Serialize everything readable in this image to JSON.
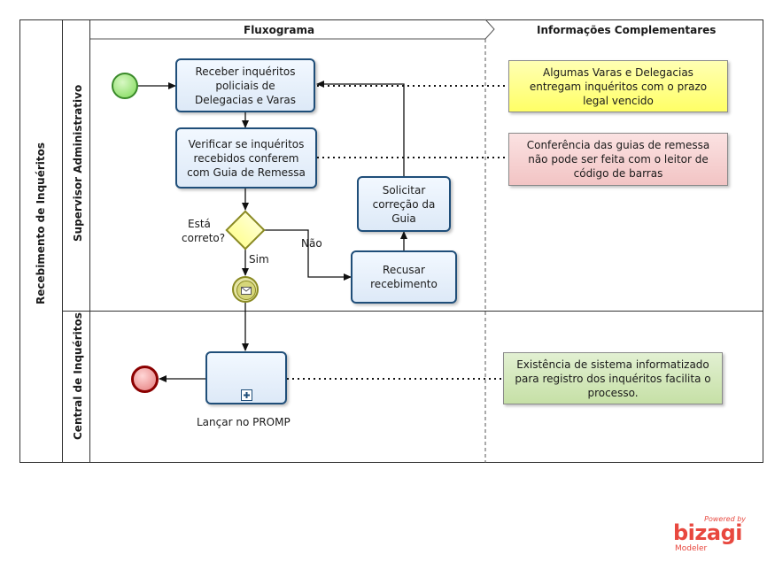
{
  "pool": {
    "title": "Recebimento de Inquéritos"
  },
  "lanes": [
    {
      "name": "Supervisor Administrativo"
    },
    {
      "name": "Central de Inquéritos"
    }
  ],
  "columns": {
    "flow": "Fluxograma",
    "info": "Informações Complementares"
  },
  "tasks": {
    "receber": [
      "Receber inquéritos",
      "policiais de",
      "Delegacias e Varas"
    ],
    "verificar": [
      "Verificar se inquéritos",
      "recebidos conferem",
      "com Guia de Remessa"
    ],
    "solicitar": [
      "Solicitar",
      "correção da",
      "Guia"
    ],
    "recusar": [
      "Recusar",
      "recebimento"
    ],
    "lancar": "Lançar no PROMP"
  },
  "gateway": {
    "question": [
      "Está",
      "correto?"
    ],
    "yes": "Sim",
    "no": "Não"
  },
  "notes": [
    {
      "text": [
        "Algumas Varas e Delegacias",
        "entregam inquéritos com o prazo",
        "legal vencido"
      ],
      "color": "#ffff66"
    },
    {
      "text": [
        "Conferência das guias de remessa",
        "não pode ser feita com o leitor de",
        "código de barras"
      ],
      "color": "#f2c4c4"
    },
    {
      "text": [
        "Existência de sistema informatizado",
        "para registro dos inquéritos facilita o",
        "processo."
      ],
      "color": "#c6e0a6"
    }
  ],
  "branding": {
    "powered_by": "Powered by",
    "logo": "bizagi",
    "product": "Modeler"
  },
  "colors": {
    "task_border": "#1f4e79",
    "start_event": "#7ed957",
    "end_event": "#c00000",
    "gateway": "#ffff99",
    "intermediate_event": "#cccc66",
    "logo": "#e8483f"
  }
}
